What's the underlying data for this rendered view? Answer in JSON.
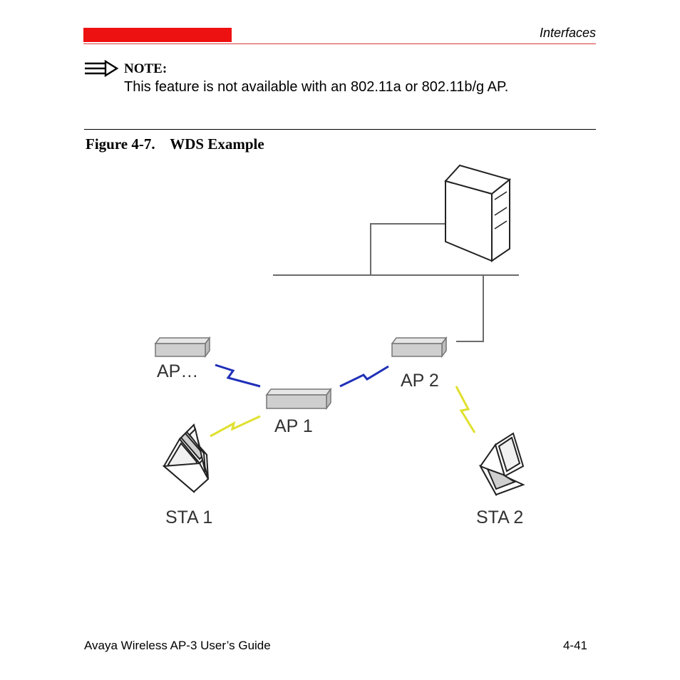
{
  "header": {
    "section_title": "Interfaces"
  },
  "note": {
    "label": "NOTE:",
    "text": "This feature is not available with an 802.11a or 802.11b/g AP."
  },
  "figure": {
    "number": "Figure 4-7.",
    "title": "WDS Example",
    "nodes": {
      "ap_left": "AP…",
      "ap1": "AP 1",
      "ap2": "AP 2",
      "sta1": "STA 1",
      "sta2": "STA 2"
    },
    "colors": {
      "wds_link": "#1f2fb8",
      "client_link": "#e0e030",
      "wire": "#6b6b6b"
    }
  },
  "footer": {
    "doc_title": "Avaya Wireless AP-3 User’s Guide",
    "page_number": "4-41"
  }
}
